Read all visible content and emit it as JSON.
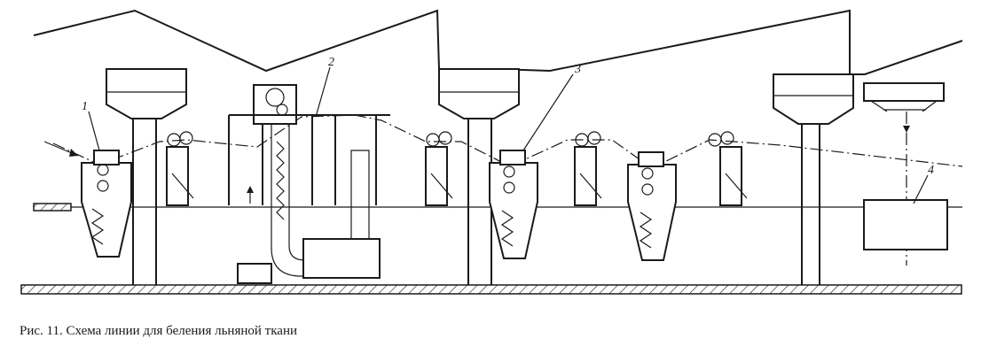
{
  "figure": {
    "caption": "Рис. 11. Схема линии для беления льняной ткани",
    "callouts": [
      "1",
      "2",
      "3",
      "4"
    ]
  }
}
